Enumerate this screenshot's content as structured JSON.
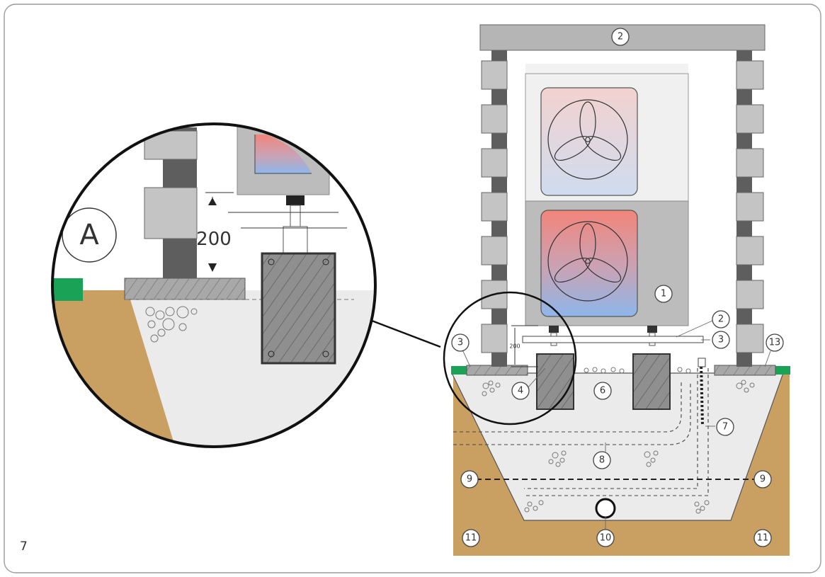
{
  "figure_number": "7",
  "detail": {
    "letter": "A",
    "dimension": "200"
  },
  "main": {
    "dimension": "200"
  },
  "callouts": [
    {
      "id": "c1",
      "label": "1"
    },
    {
      "id": "c2a",
      "label": "2"
    },
    {
      "id": "c2b",
      "label": "2"
    },
    {
      "id": "c3a",
      "label": "3"
    },
    {
      "id": "c3b",
      "label": "3"
    },
    {
      "id": "c4",
      "label": "4"
    },
    {
      "id": "c6",
      "label": "6"
    },
    {
      "id": "c7",
      "label": "7"
    },
    {
      "id": "c8",
      "label": "8"
    },
    {
      "id": "c9a",
      "label": "9"
    },
    {
      "id": "c9b",
      "label": "9"
    },
    {
      "id": "c10",
      "label": "10"
    },
    {
      "id": "c11a",
      "label": "11"
    },
    {
      "id": "c11b",
      "label": "11"
    },
    {
      "id": "c13",
      "label": "13"
    }
  ],
  "colors": {
    "soil": "#c9a062",
    "grass": "#1aa257",
    "gravel_fill": "#ebebeb",
    "concrete": "#a9a9a9",
    "wall_block": "#c4c4c4",
    "wall_dark": "#5e5e5e",
    "unit_body": "#bcbcbc",
    "fan_gradient_top": "#f08a7a",
    "fan_gradient_bottom": "#8fb6e6"
  }
}
